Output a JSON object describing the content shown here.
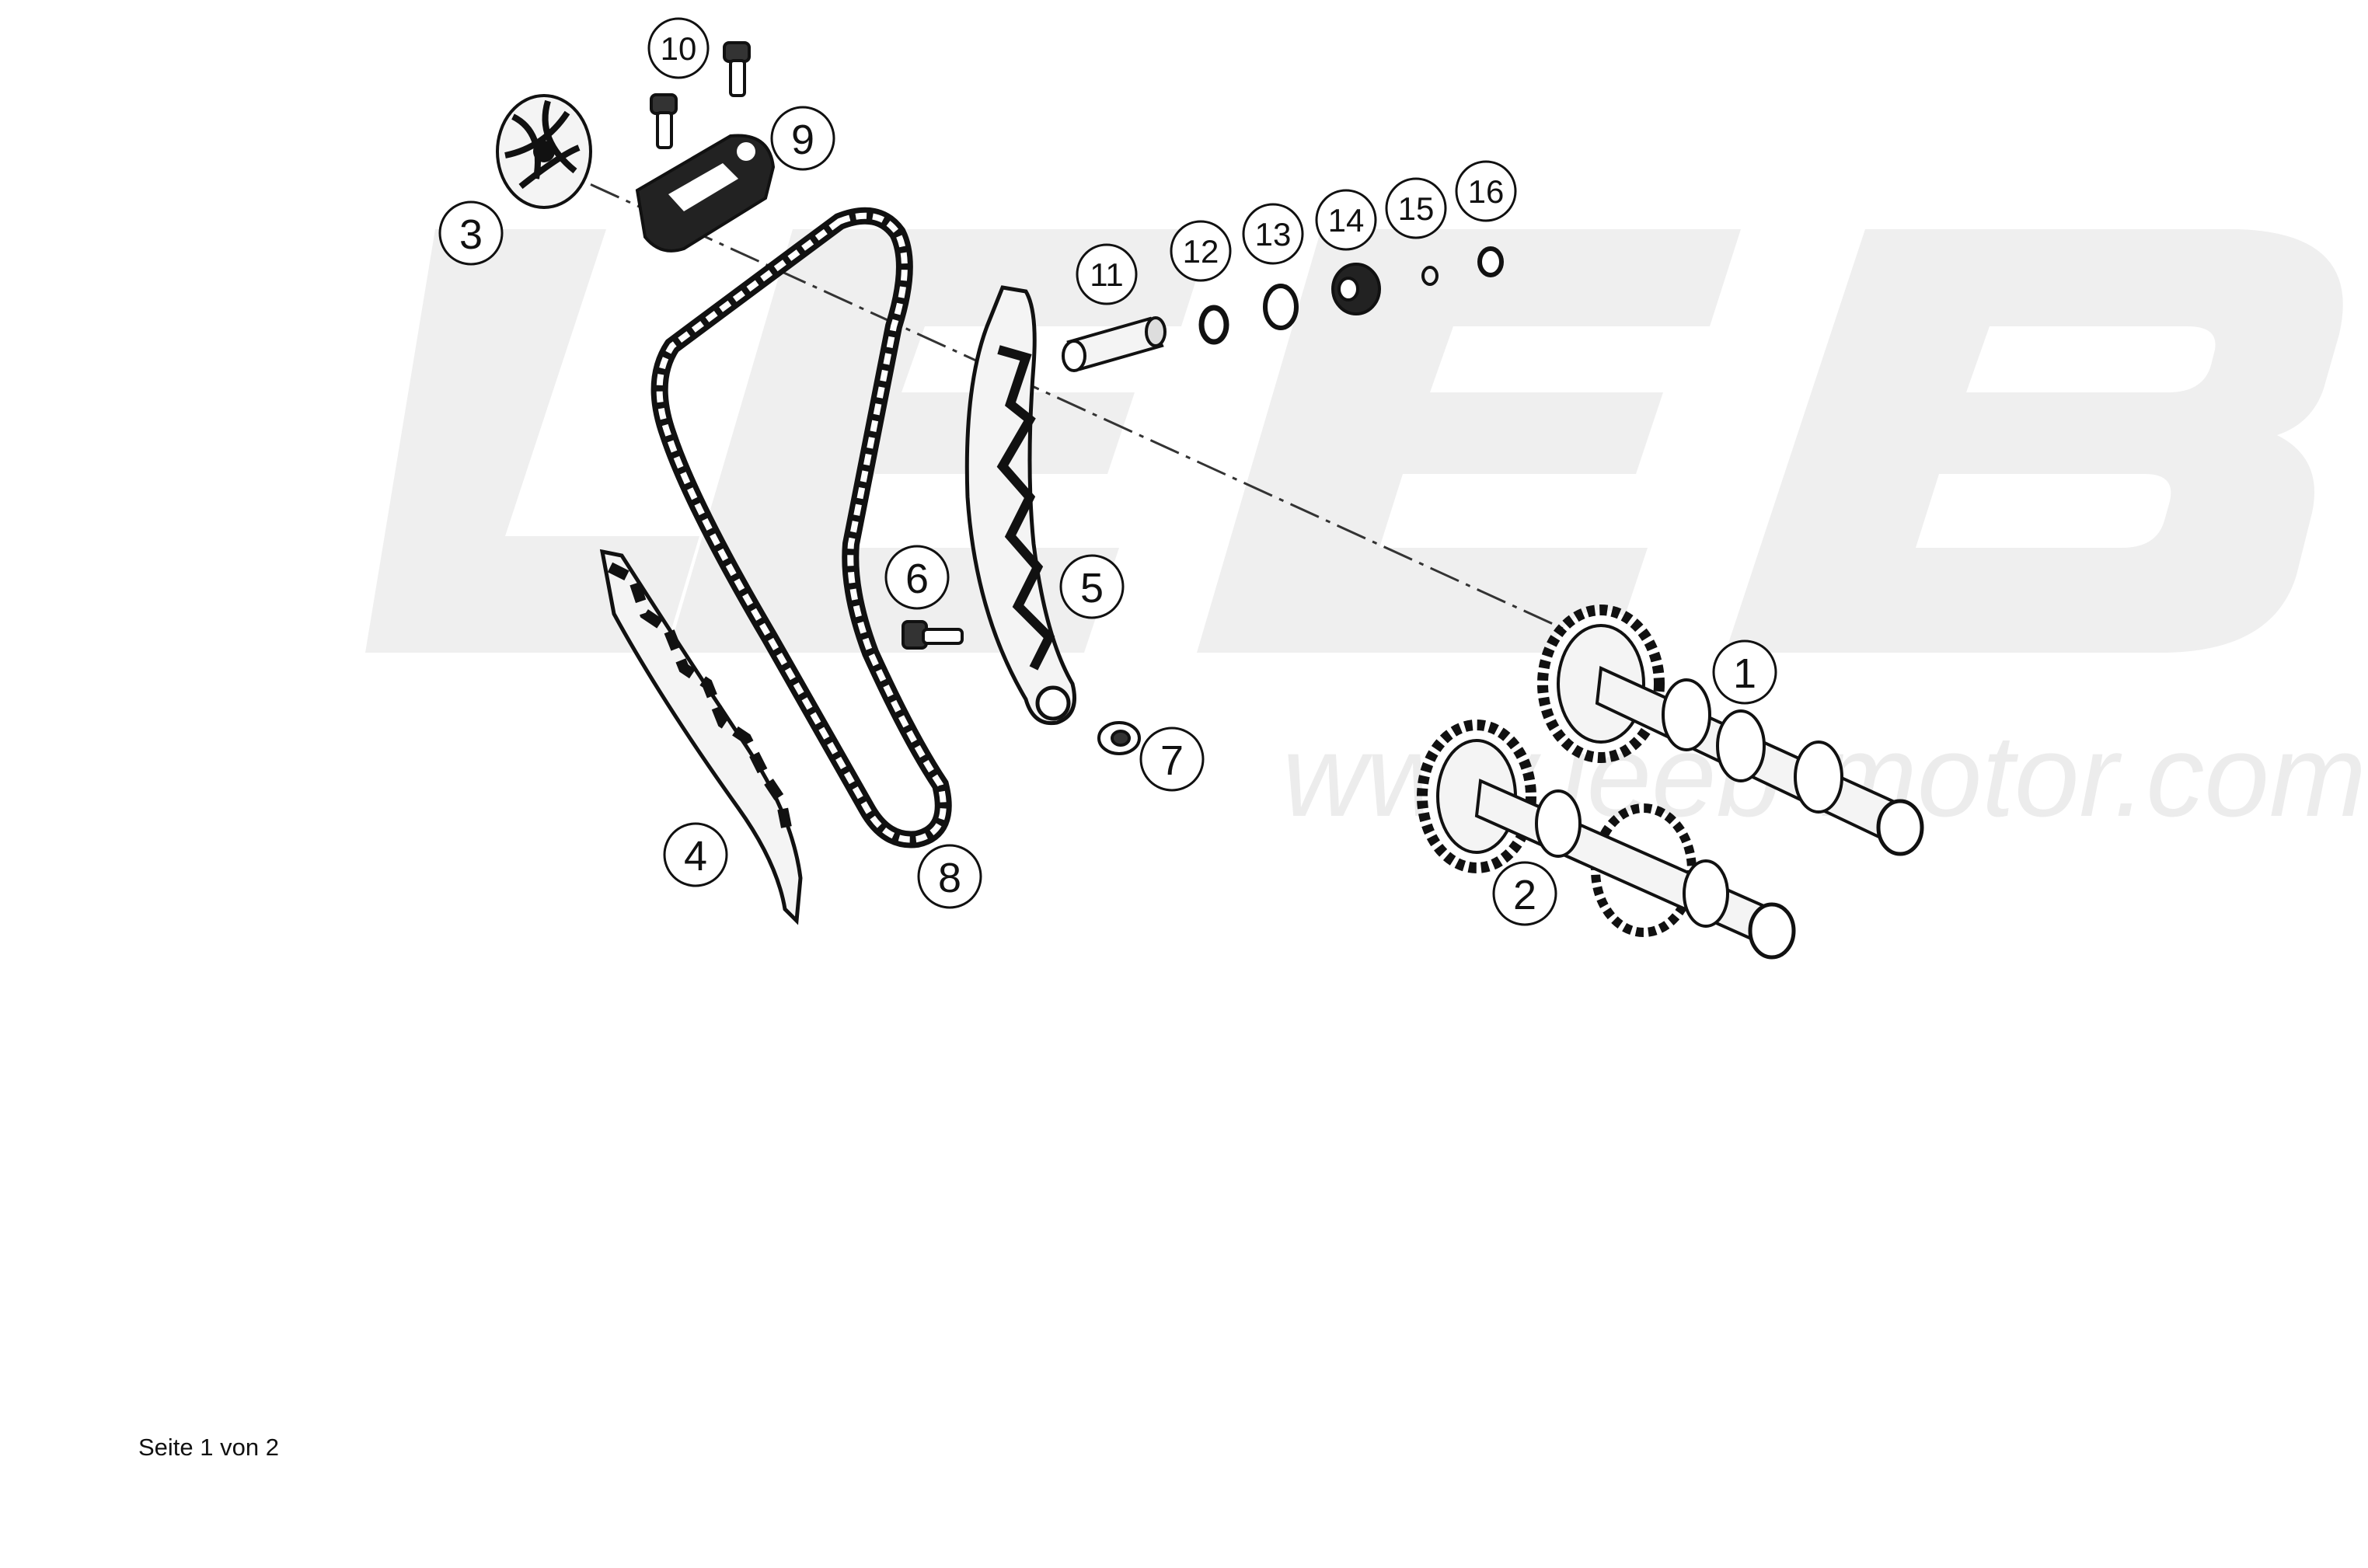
{
  "document": {
    "footer": "Seite 1 von 2"
  },
  "watermark": {
    "logo": "LEEB",
    "url": "www.leeb-motor.com"
  },
  "callouts": {
    "c1": "1",
    "c2": "2",
    "c3": "3",
    "c4": "4",
    "c5": "5",
    "c6": "6",
    "c7": "7",
    "c8": "8",
    "c9": "9",
    "c10": "10",
    "c11": "11",
    "c12": "12",
    "c13": "13",
    "c14": "14",
    "c15": "15",
    "c16": "16"
  }
}
